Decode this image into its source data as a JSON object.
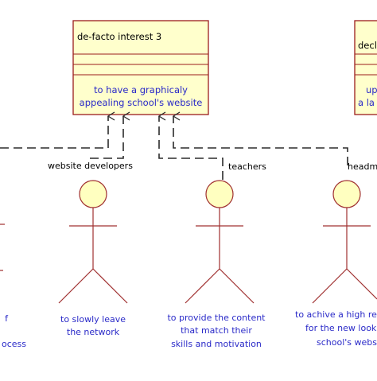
{
  "colors": {
    "class_fill": "#ffffcc",
    "class_stroke": "#9b1c1c",
    "actor_head_fill": "#ffffc0",
    "actor_stroke": "#a03030",
    "dependency_line": "#2b2b2b",
    "goal_text": "#2a2ac8"
  },
  "classes": {
    "main": {
      "title": "de-facto interest 3",
      "goal_line1": "to have a graphicaly",
      "goal_line2": "appealing school's website"
    },
    "right_partial": {
      "title": "decli",
      "goal_line1": "up",
      "goal_line2": "a la"
    }
  },
  "actors": [
    {
      "name": "website developers",
      "goal_line1": "to slowly leave",
      "goal_line2": "the network"
    },
    {
      "name": "teachers",
      "goal_line1": "to provide the content",
      "goal_line2": "that match their",
      "goal_line3": "skills and motivation"
    },
    {
      "name": "headm",
      "goal_line1": "to achive a high re",
      "goal_line2": "for the new look",
      "goal_line3": "school's webs"
    }
  ],
  "left_partial": {
    "goal_line1": "f",
    "goal_line2": "ocess"
  }
}
